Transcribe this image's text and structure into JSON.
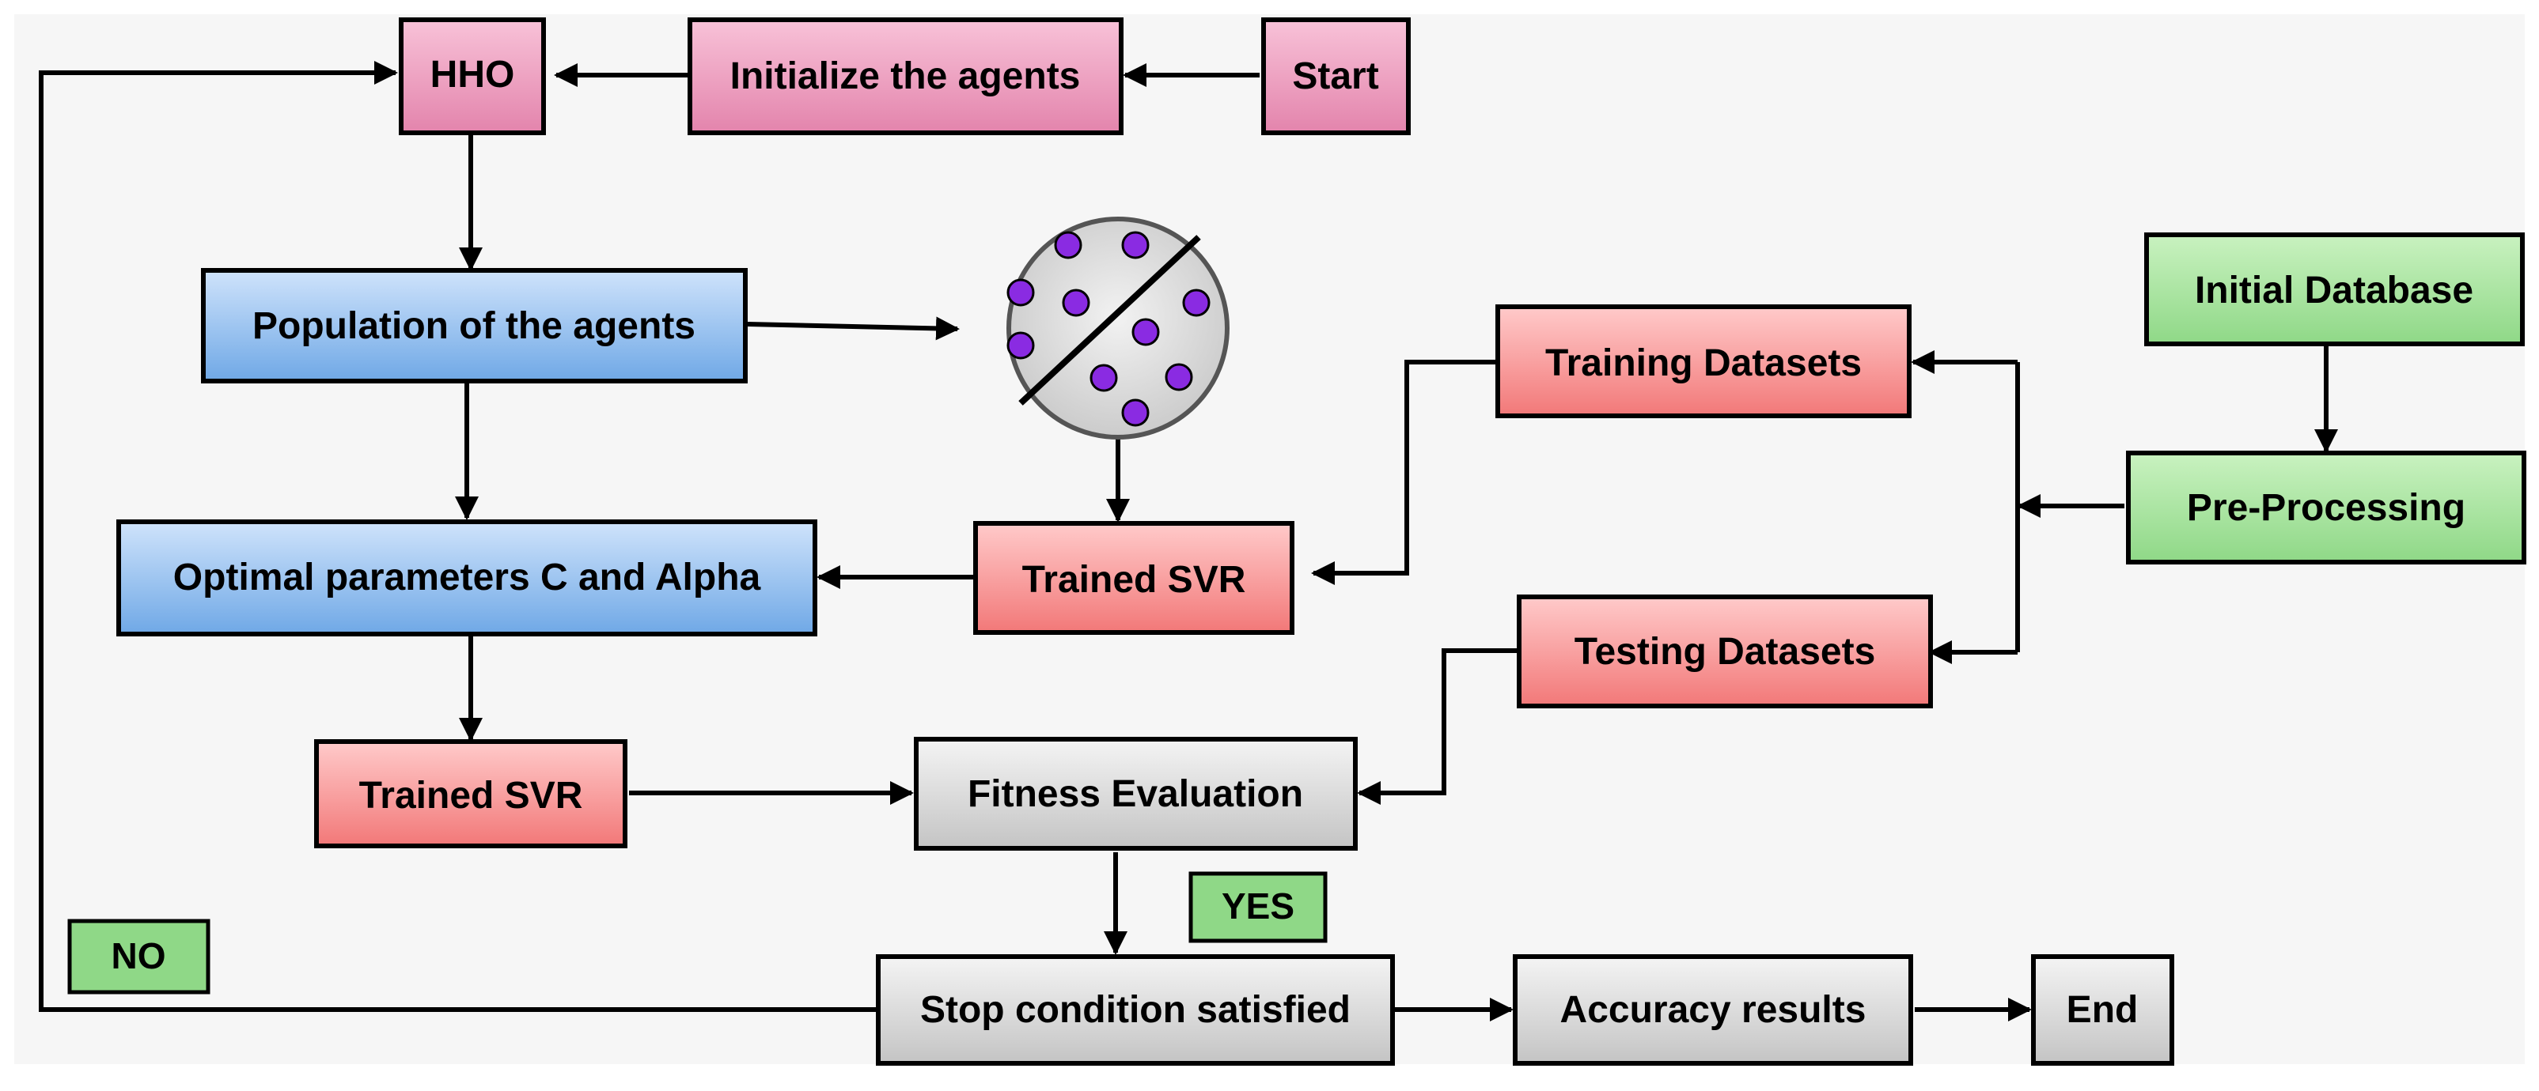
{
  "nodes": {
    "hho": "HHO",
    "initialize_agents": "Initialize the agents",
    "start": "Start",
    "population": "Population of the agents",
    "initial_database": "Initial Database",
    "training_datasets": "Training Datasets",
    "pre_processing": "Pre-Processing",
    "optimal_params": "Optimal parameters C and Alpha",
    "trained_svr_right": "Trained SVR",
    "testing_datasets": "Testing Datasets",
    "trained_svr_left": "Trained SVR",
    "fitness_evaluation": "Fitness Evaluation",
    "yes_label": "YES",
    "no_label": "NO",
    "stop_condition": "Stop condition satisfied",
    "accuracy_results": "Accuracy results",
    "end": "End"
  },
  "colors": {
    "pink": [
      "#f8c2d8",
      "#e384ac"
    ],
    "blue": [
      "#cfe3fb",
      "#6fa8e6"
    ],
    "green": [
      "#c9f2c0",
      "#8fd887"
    ],
    "red": [
      "#ffcaca",
      "#f27878"
    ],
    "gray": [
      "#f2f2f2",
      "#c4c4c4"
    ],
    "dots": "#8a2be2",
    "line": "#000000"
  },
  "icons": {
    "cluster": "svm-separation-icon"
  }
}
